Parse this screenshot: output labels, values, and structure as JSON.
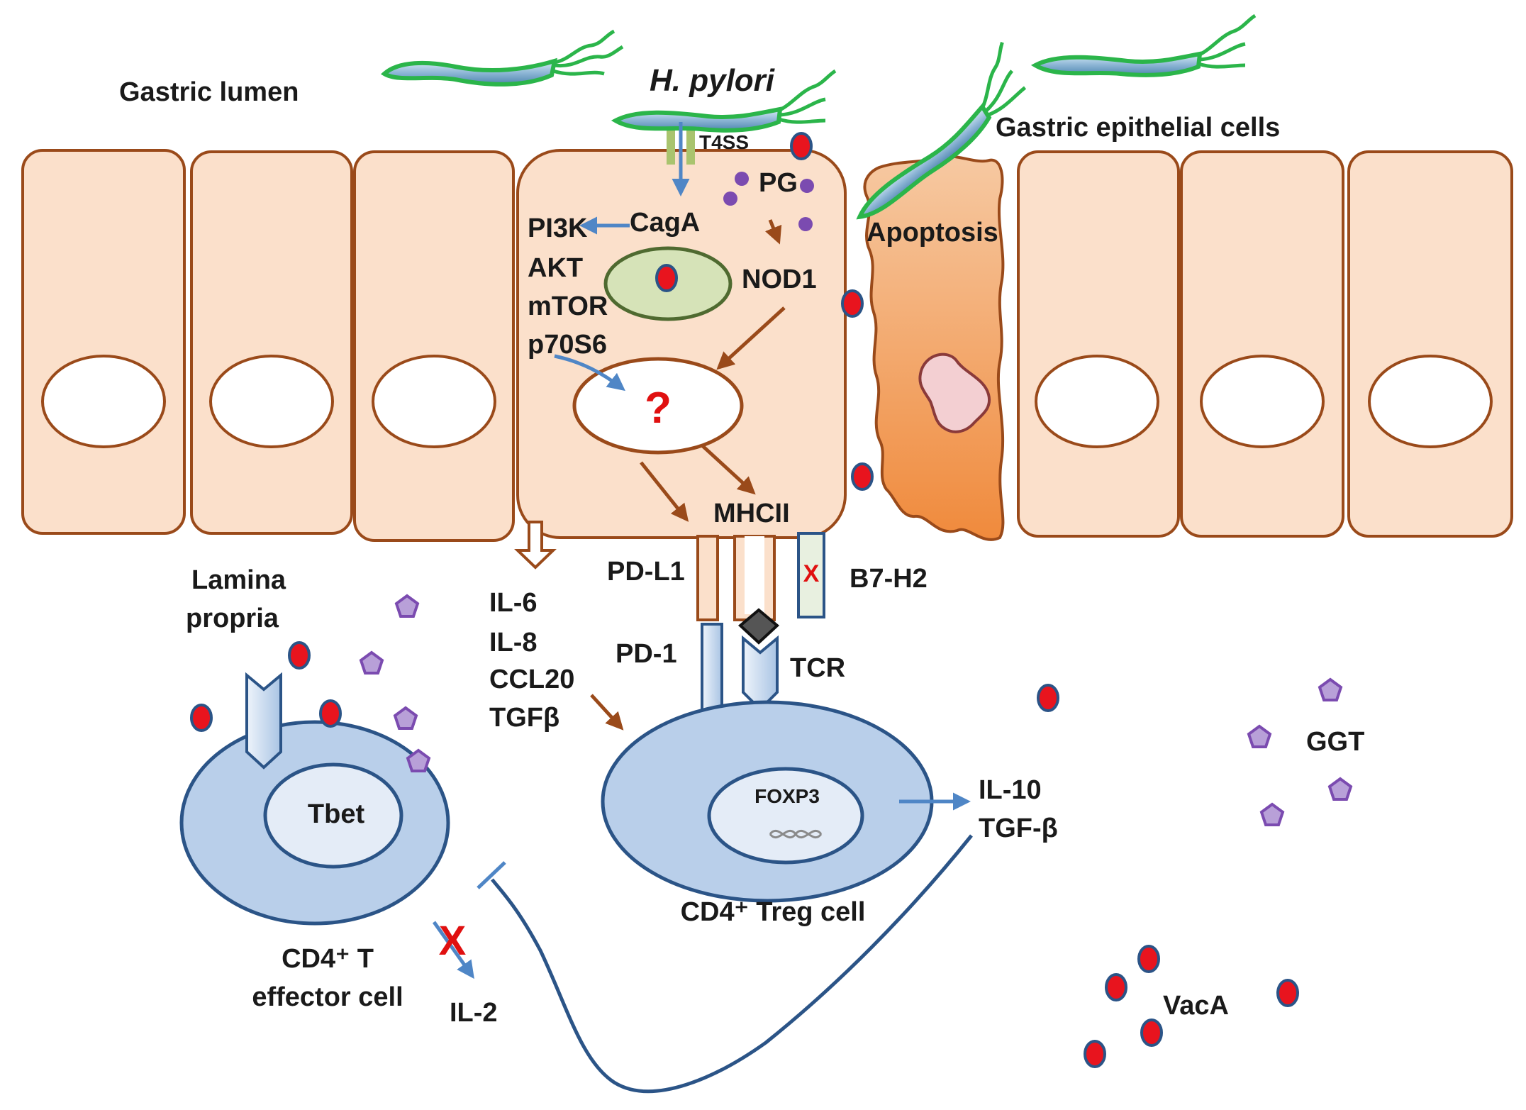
{
  "labels": {
    "gastric_lumen": "Gastric lumen",
    "h_pylori": "H. pylori",
    "t4ss": "T4SS",
    "gastric_epithelial_cells": "Gastric epithelial cells",
    "pg": "PG",
    "cagA": "CagA",
    "pi3k": "PI3K",
    "akt": "AKT",
    "mtor": "mTOR",
    "p70s6": "p70S6",
    "nod1": "NOD1",
    "apoptosis": "Apoptosis",
    "question": "?",
    "mhcii": "MHCII",
    "pd_l1": "PD-L1",
    "b7_h2": "B7-H2",
    "x_mark": "X",
    "lamina": "Lamina",
    "propria": "propria",
    "il6": "IL-6",
    "il8": "IL-8",
    "ccl20": "CCL20",
    "tgfb": "TGFβ",
    "pd_1": "PD-1",
    "tcr": "TCR",
    "foxp3": "FOXP3",
    "il10": "IL-10",
    "tgf_beta": "TGF-β",
    "treg": "CD4⁺ Treg cell",
    "tbet": "Tbet",
    "effector_line1": "CD4⁺ T",
    "effector_line2": "effector cell",
    "il2": "IL-2",
    "ggt": "GGT",
    "vaca": "VacA"
  },
  "colors": {
    "cell_fill": "#fbe0cb",
    "cell_stroke": "#9a4a1a",
    "apoptotic_cell": "#f0a060",
    "bacterium": "#2bb54a",
    "t_cell": "#b9cfea",
    "vaca_dot": "#e8141e",
    "ggt_pentagon": "#7b4bb0",
    "arrow_brown": "#9a4a1a",
    "arrow_blue": "#4f86c6"
  }
}
